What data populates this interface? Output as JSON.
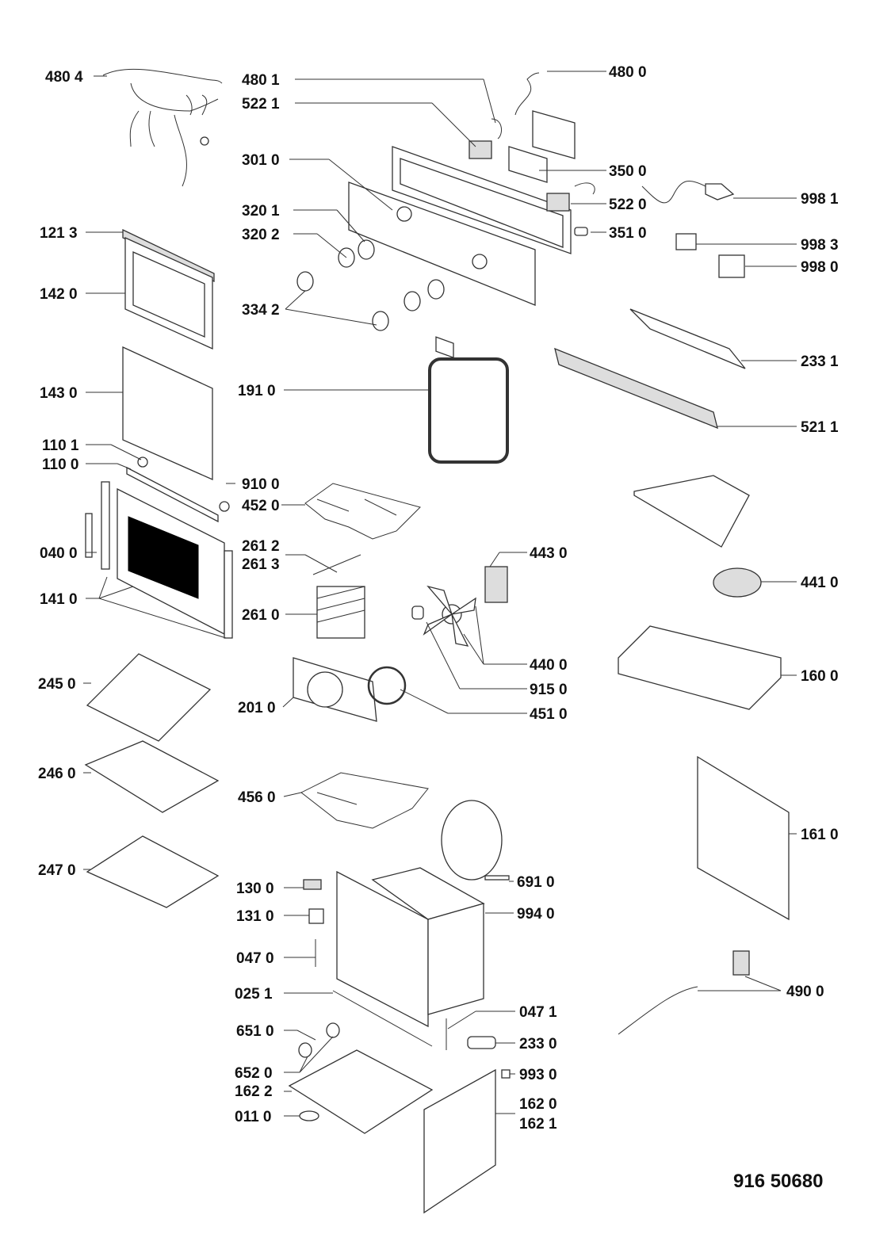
{
  "document_number": "916 50680",
  "callouts": [
    {
      "id": "480-4",
      "label": "480 4",
      "side": "left"
    },
    {
      "id": "480-1",
      "label": "480 1",
      "side": "left"
    },
    {
      "id": "522-1",
      "label": "522 1",
      "side": "left"
    },
    {
      "id": "480-0",
      "label": "480 0",
      "side": "right"
    },
    {
      "id": "301-0",
      "label": "301 0",
      "side": "left"
    },
    {
      "id": "350-0",
      "label": "350 0",
      "side": "right"
    },
    {
      "id": "998-1",
      "label": "998 1",
      "side": "right"
    },
    {
      "id": "320-1",
      "label": "320 1",
      "side": "left"
    },
    {
      "id": "522-0",
      "label": "522 0",
      "side": "right"
    },
    {
      "id": "121-3",
      "label": "121 3",
      "side": "left"
    },
    {
      "id": "320-2",
      "label": "320 2",
      "side": "left"
    },
    {
      "id": "351-0",
      "label": "351 0",
      "side": "right"
    },
    {
      "id": "998-3",
      "label": "998 3",
      "side": "right"
    },
    {
      "id": "998-0",
      "label": "998 0",
      "side": "right"
    },
    {
      "id": "142-0",
      "label": "142 0",
      "side": "left"
    },
    {
      "id": "334-2",
      "label": "334 2",
      "side": "left"
    },
    {
      "id": "233-1",
      "label": "233 1",
      "side": "right"
    },
    {
      "id": "143-0",
      "label": "143 0",
      "side": "left"
    },
    {
      "id": "191-0",
      "label": "191 0",
      "side": "left"
    },
    {
      "id": "521-1",
      "label": "521 1",
      "side": "right"
    },
    {
      "id": "110-1",
      "label": "110 1",
      "side": "left"
    },
    {
      "id": "110-0",
      "label": "110 0",
      "side": "left"
    },
    {
      "id": "910-0",
      "label": "910 0",
      "side": "right"
    },
    {
      "id": "452-0",
      "label": "452 0",
      "side": "left"
    },
    {
      "id": "040-0",
      "label": "040 0",
      "side": "left"
    },
    {
      "id": "261-2",
      "label": "261 2",
      "side": "left"
    },
    {
      "id": "261-3",
      "label": "261 3",
      "side": "left"
    },
    {
      "id": "443-0",
      "label": "443 0",
      "side": "right"
    },
    {
      "id": "441-0",
      "label": "441 0",
      "side": "right"
    },
    {
      "id": "141-0",
      "label": "141 0",
      "side": "left"
    },
    {
      "id": "261-0",
      "label": "261 0",
      "side": "left"
    },
    {
      "id": "440-0",
      "label": "440 0",
      "side": "right"
    },
    {
      "id": "160-0",
      "label": "160 0",
      "side": "right"
    },
    {
      "id": "245-0",
      "label": "245 0",
      "side": "left"
    },
    {
      "id": "915-0",
      "label": "915 0",
      "side": "right"
    },
    {
      "id": "201-0",
      "label": "201 0",
      "side": "left"
    },
    {
      "id": "451-0",
      "label": "451 0",
      "side": "right"
    },
    {
      "id": "246-0",
      "label": "246 0",
      "side": "left"
    },
    {
      "id": "456-0",
      "label": "456 0",
      "side": "left"
    },
    {
      "id": "161-0",
      "label": "161 0",
      "side": "right"
    },
    {
      "id": "247-0",
      "label": "247 0",
      "side": "left"
    },
    {
      "id": "130-0",
      "label": "130 0",
      "side": "left"
    },
    {
      "id": "691-0",
      "label": "691 0",
      "side": "right"
    },
    {
      "id": "131-0",
      "label": "131 0",
      "side": "left"
    },
    {
      "id": "994-0",
      "label": "994 0",
      "side": "right"
    },
    {
      "id": "047-0",
      "label": "047 0",
      "side": "left"
    },
    {
      "id": "025-1",
      "label": "025 1",
      "side": "left"
    },
    {
      "id": "490-0",
      "label": "490 0",
      "side": "right"
    },
    {
      "id": "047-1",
      "label": "047 1",
      "side": "right"
    },
    {
      "id": "651-0",
      "label": "651 0",
      "side": "left"
    },
    {
      "id": "233-0",
      "label": "233 0",
      "side": "right"
    },
    {
      "id": "652-0",
      "label": "652 0",
      "side": "left"
    },
    {
      "id": "993-0",
      "label": "993 0",
      "side": "right"
    },
    {
      "id": "162-2",
      "label": "162 2",
      "side": "left"
    },
    {
      "id": "162-0",
      "label": "162 0",
      "side": "right"
    },
    {
      "id": "011-0",
      "label": "011 0",
      "side": "left"
    },
    {
      "id": "162-1",
      "label": "162 1",
      "side": "right"
    }
  ]
}
